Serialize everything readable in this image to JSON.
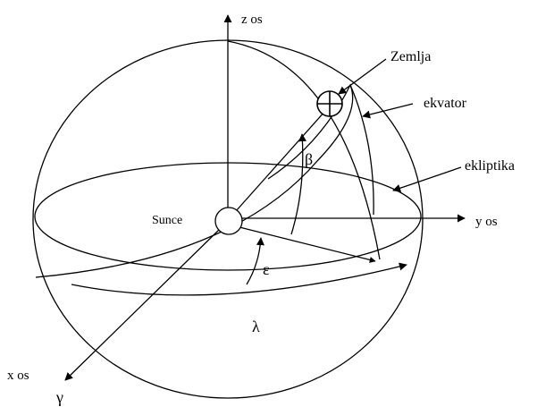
{
  "labels": {
    "z_axis": "z os",
    "y_axis": "y os",
    "x_axis": "x os",
    "earth": "Zemlja",
    "equator": "ekvator",
    "ecliptic": "ekliptika",
    "sun": "Sunce",
    "beta": "β",
    "epsilon": "ε",
    "lambda": "λ",
    "vernal_point": "γ"
  },
  "colors": {
    "stroke": "#000000",
    "background": "#ffffff"
  }
}
